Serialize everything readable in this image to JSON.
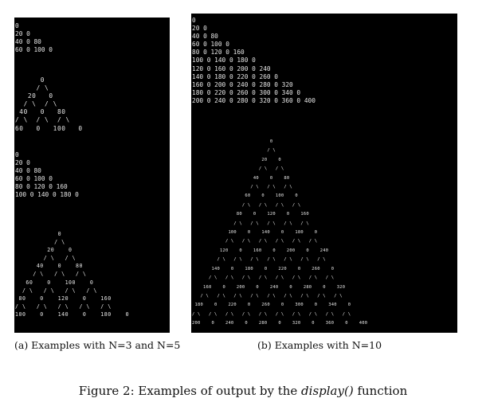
{
  "panel_a": {
    "block1_list": "0\n20 0\n40 0 80\n60 0 100 0",
    "block1_triangle": "      0\n     / \\\n   20   0\n  / \\  / \\\n 40   0   80\n/ \\  / \\  / \\\n60   0   100   0",
    "block2_list": "0\n20 0\n40 0 80\n60 0 100 0\n80 0 120 0 160\n100 0 140 0 180 0",
    "block2_triangle": "            0\n           / \\\n         20    0\n        / \\   / \\\n      40    0    80\n     / \\   / \\   / \\\n   60    0    100    0\n  / \\   / \\   / \\   / \\\n 80    0    120    0    160\n/ \\   / \\   / \\   / \\   / \\\n100    0    140    0    180    0",
    "caption": "(a) Examples with N=3 and N=5"
  },
  "panel_b": {
    "list": "0\n20 0\n40 0 80\n60 0 100 0\n80 0 120 0 160\n100 0 140 0 180 0\n120 0 160 0 200 0 240\n140 0 180 0 220 0 260 0\n160 0 200 0 240 0 280 0 320\n180 0 220 0 260 0 300 0 340 0\n200 0 240 0 280 0 320 0 360 0 400",
    "triangle": "                            0\n                           / \\\n                         20    0\n                        / \\   / \\\n                      40    0    80\n                     / \\   / \\   / \\\n                   60    0    100    0\n                  / \\   / \\   / \\   / \\\n                80    0    120    0    160\n               / \\   / \\   / \\   / \\   / \\\n             100    0    140    0    180    0\n            / \\   / \\   / \\   / \\   / \\   / \\\n          120    0    160    0    200    0    240\n         / \\   / \\   / \\   / \\   / \\   / \\   / \\\n       140    0    180    0    220    0    260    0\n      / \\   / \\   / \\   / \\   / \\   / \\   / \\   / \\\n    160    0    200    0    240    0    280    0    320\n   / \\   / \\   / \\   / \\   / \\   / \\   / \\   / \\   / \\\n 180    0    220    0    260    0    300    0    340    0\n/ \\   / \\   / \\   / \\   / \\   / \\   / \\   / \\   / \\   / \\\n200    0    240    0    280    0    320    0    360    0    400",
    "caption": "(b) Examples with N=10"
  },
  "figure": {
    "label": "Figure 2: Examples of output by the ",
    "function_name": "display()",
    "suffix": " function"
  }
}
